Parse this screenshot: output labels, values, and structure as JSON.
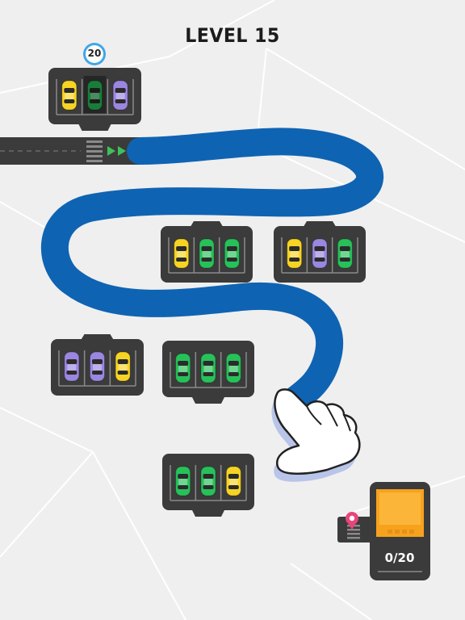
{
  "hud": {
    "level_label": "LEVEL 15"
  },
  "start_garage": {
    "capacity_badge": "20",
    "cars": [
      "yellow",
      "green",
      "purple"
    ]
  },
  "lots": [
    {
      "id": "lot-a",
      "cars": [
        "yellow",
        "green",
        "green"
      ]
    },
    {
      "id": "lot-b",
      "cars": [
        "yellow",
        "purple",
        "green"
      ]
    },
    {
      "id": "lot-c",
      "cars": [
        "purple",
        "purple",
        "yellow"
      ]
    },
    {
      "id": "lot-d",
      "cars": [
        "green",
        "green",
        "green"
      ]
    },
    {
      "id": "lot-e",
      "cars": [
        "green",
        "green",
        "yellow"
      ]
    }
  ],
  "destination": {
    "counter": "0/20"
  },
  "colors": {
    "background": "#efefef",
    "road": "#3b3b3b",
    "path": "#0f63b3",
    "yellow_car": "#f7d423",
    "green_car": "#27c15a",
    "purple_car": "#9b86e0",
    "destination_fill": "#f7a21d",
    "pin_blue": "#3ea7e6",
    "pin_pink": "#e8457a"
  }
}
